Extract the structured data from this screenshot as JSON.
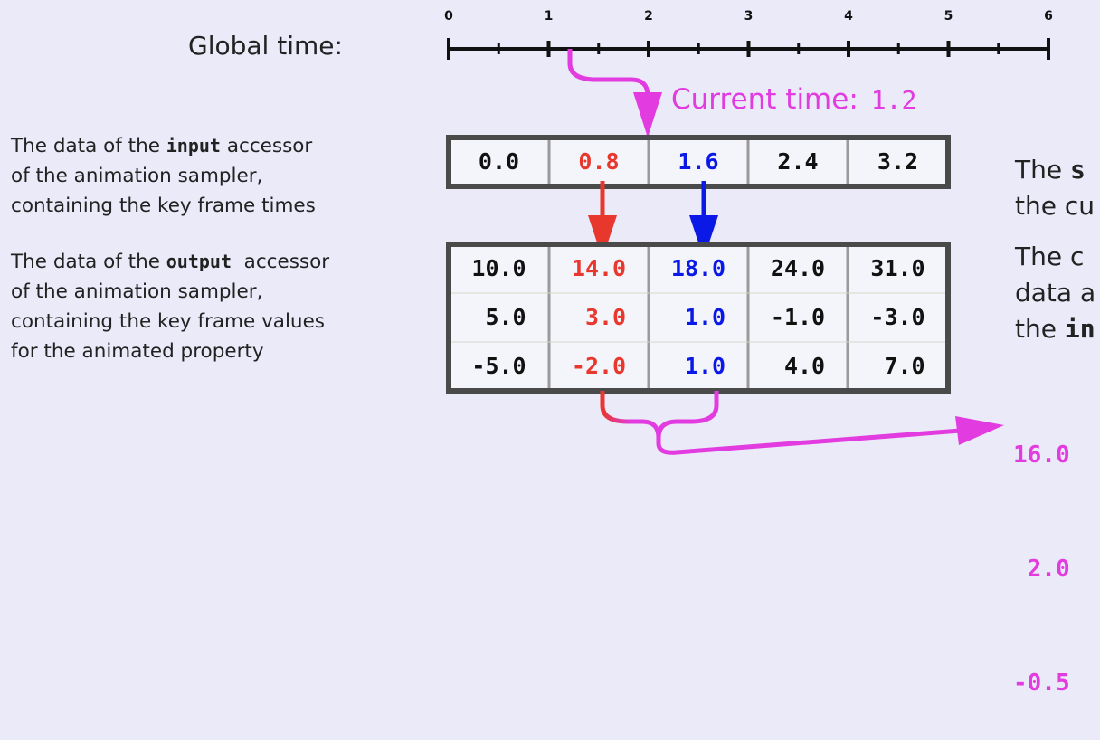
{
  "global_time": {
    "label": "Global time:",
    "ticks": [
      "0",
      "1",
      "2",
      "3",
      "4",
      "5",
      "6"
    ]
  },
  "current_time": {
    "label": "Current time:",
    "value": "1.2"
  },
  "input_desc": {
    "line1_pre": "The data of the ",
    "line1_code": "input",
    "line1_post": " accessor",
    "line2": "of the animation sampler,",
    "line3": "containing the key frame times"
  },
  "output_desc": {
    "line1_pre": "The data of the ",
    "line1_code": "output",
    "line1_post": "  accessor",
    "line2": "of the animation sampler,",
    "line3": "containing the key frame values",
    "line4": "for the animated property"
  },
  "input_values": [
    "0.0",
    "0.8",
    "1.6",
    "2.4",
    "3.2"
  ],
  "output_rows": [
    [
      "10.0",
      "14.0",
      "18.0",
      "24.0",
      "31.0"
    ],
    [
      " 5.0",
      " 3.0",
      " 1.0",
      "-1.0",
      "-3.0"
    ],
    [
      "-5.0",
      "-2.0",
      " 1.0",
      " 4.0",
      " 7.0"
    ]
  ],
  "right_text": {
    "a_pre": "The ",
    "a_bold": "s",
    "a_line2": "the cu",
    "b_line1": "The c",
    "b_line2": "data a",
    "b_line3_pre": "the ",
    "b_line3_bold": "in"
  },
  "result_values": [
    "16.0",
    " 2.0",
    "-0.5"
  ],
  "colors": {
    "background": "#eaeaf9",
    "magenta": "#e23be0",
    "red": "#e8372d",
    "blue": "#0b19e6",
    "table_border": "#4a4a4a",
    "cell_divider": "#9a9a9a"
  }
}
